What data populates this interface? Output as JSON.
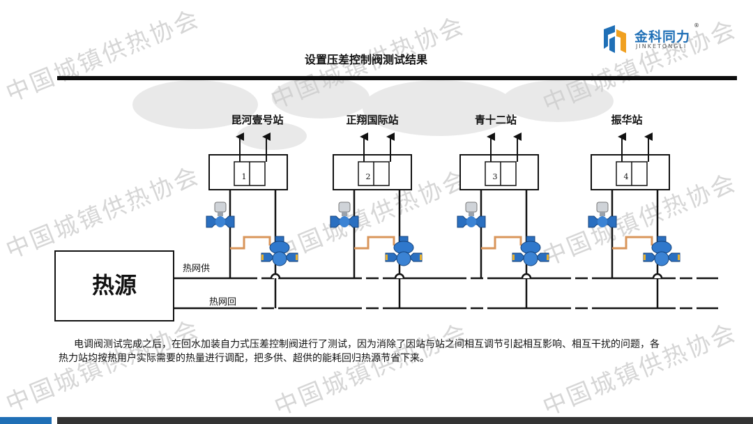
{
  "slide": {
    "title": "设置压差控制阀测试结果",
    "logo": {
      "name_cn": "金科同力",
      "name_en": "JINKETONGLI",
      "reg": "®"
    },
    "watermark": "中国城镇供热协会",
    "stations": [
      "昆河壹号站",
      "正翔国际站",
      "青十二站",
      "振华站"
    ],
    "station_numbers": [
      "1",
      "2",
      "3",
      "4"
    ],
    "heat_source": "热源",
    "supply_label": "热网供",
    "return_label": "热网回",
    "description": "电调阀测试完成之后，在回水加装自力式压差控制阀进行了测试，因为消除了因站与站之间相互调节引起相互影响、相互干扰的问题，各热力站均按热用户实际需要的热量进行调配，把多供、超供的能耗回归热源节省下来。",
    "colors": {
      "accent": "#1f6fb6",
      "valve_blue": "#1e63b8",
      "pipe_copper": "#d9955a",
      "bar": "#0d0d0d"
    }
  }
}
